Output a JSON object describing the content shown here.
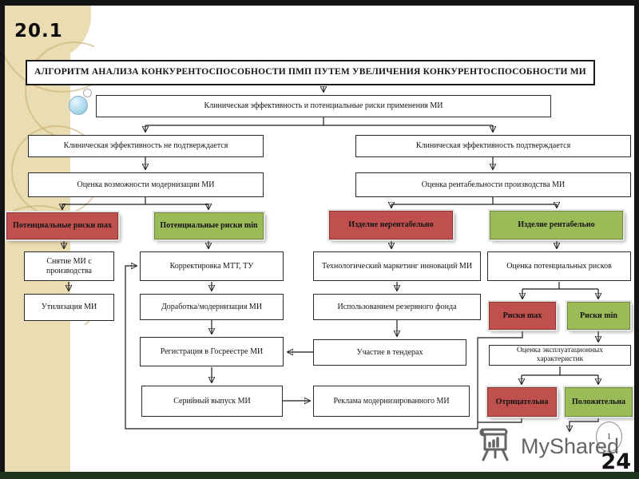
{
  "slide": {
    "corner_label": "20.1",
    "page_number": "24",
    "watermark_text": "MyShared",
    "offpage_connector": "1"
  },
  "colors": {
    "negative_red": "#c0504d",
    "positive_green": "#9bbb59",
    "sidebar_beige": "#eaddb3"
  },
  "flowchart": {
    "nodes": [
      {
        "id": "title",
        "kind": "title",
        "label": "АЛГОРИТМ АНАЛИЗА КОНКУРЕНТОСПОСОБНОСТИ ПМП ПУТЕМ УВЕЛИЧЕНИЯ КОНКУРЕНТОСПОСОБНОСТИ МИ"
      },
      {
        "id": "clinical",
        "kind": "white",
        "label": "Клиническая эффективность и потенциальные риски применения МИ"
      },
      {
        "id": "not-confirmed",
        "kind": "white",
        "label": "Клиническая эффективность не подтверждается"
      },
      {
        "id": "confirmed",
        "kind": "white",
        "label": "Клиническая эффективность подтверждается"
      },
      {
        "id": "modernization-assess",
        "kind": "white",
        "label": "Оценка возможности модернизации МИ"
      },
      {
        "id": "profitability-assess",
        "kind": "white",
        "label": "Оценка рентабельности производства МИ"
      },
      {
        "id": "pot-risk-max",
        "kind": "red",
        "label": "Потенциальные риски max"
      },
      {
        "id": "pot-risk-min",
        "kind": "green",
        "label": "Потенциальные риски min"
      },
      {
        "id": "unprofitable",
        "kind": "red",
        "label": "Изделие нерентабельно"
      },
      {
        "id": "profitable",
        "kind": "green",
        "label": "Изделие рентабельно"
      },
      {
        "id": "removal",
        "kind": "white",
        "label": "Снятие МИ с производства"
      },
      {
        "id": "correction",
        "kind": "white",
        "label": "Корректировка МТТ, ТУ"
      },
      {
        "id": "tech-marketing",
        "kind": "white",
        "label": "Технологический маркетинг инноваций МИ"
      },
      {
        "id": "pot-risk-assess",
        "kind": "white",
        "label": "Оценка потенциальных рисков"
      },
      {
        "id": "utilization",
        "kind": "white",
        "label": "Утилизация МИ"
      },
      {
        "id": "rework",
        "kind": "white",
        "label": "Доработка/модернизация МИ"
      },
      {
        "id": "reserve-fund",
        "kind": "white",
        "label": "Использованием резервного фонда"
      },
      {
        "id": "risk-max",
        "kind": "red",
        "label": "Риски max"
      },
      {
        "id": "risk-min",
        "kind": "green",
        "label": "Риски min"
      },
      {
        "id": "registration",
        "kind": "white",
        "label": "Регистрация в Госреестре МИ"
      },
      {
        "id": "tenders",
        "kind": "white",
        "label": "Участие в тендерах"
      },
      {
        "id": "operational-assess",
        "kind": "white",
        "label": "Оценка эксплуатационных характеристик"
      },
      {
        "id": "serial-production",
        "kind": "white",
        "label": "Серийный выпуск МИ"
      },
      {
        "id": "advertising",
        "kind": "white",
        "label": "Реклама модернизированного МИ"
      },
      {
        "id": "negative",
        "kind": "red",
        "label": "Отрицательна"
      },
      {
        "id": "positive",
        "kind": "green",
        "label": "Положительна"
      }
    ]
  }
}
